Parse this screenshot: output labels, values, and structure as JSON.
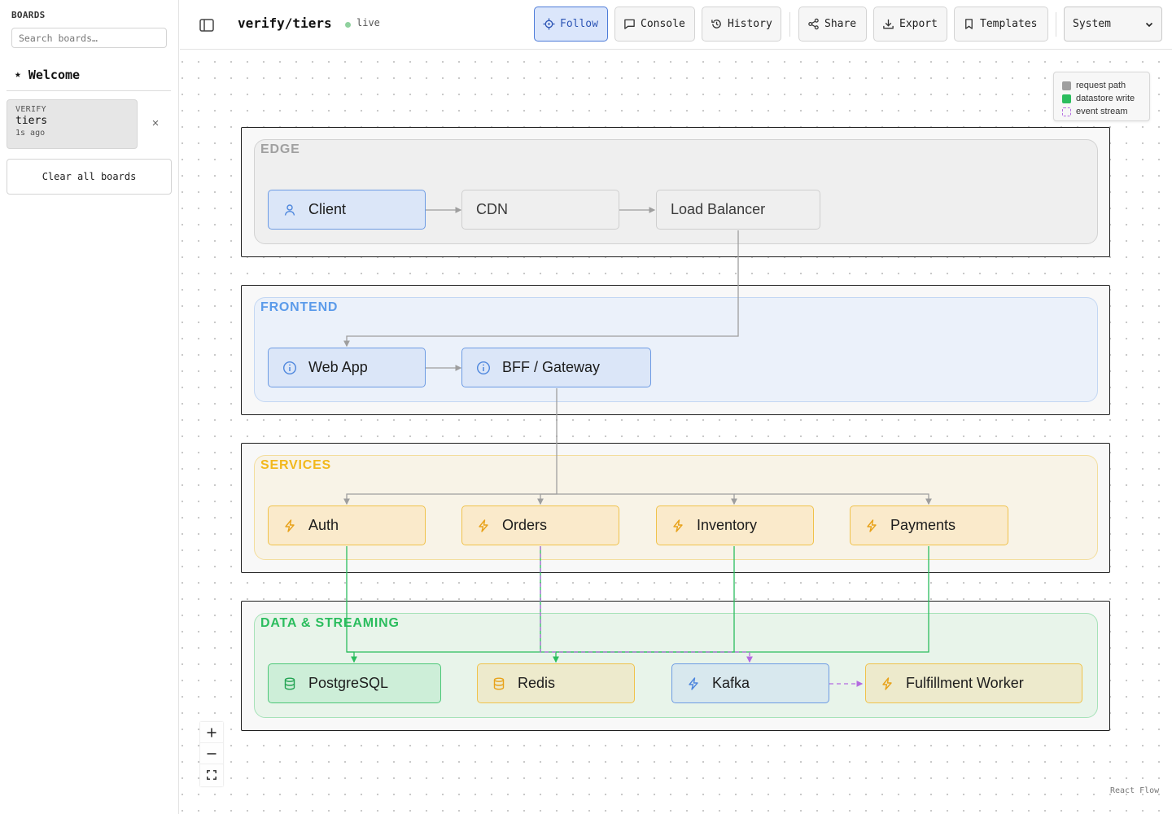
{
  "sidebar": {
    "title": "BOARDS",
    "search_placeholder": "Search boards…",
    "welcome_label": "Welcome",
    "board": {
      "kind": "VERIFY",
      "name": "tiers",
      "time": "1s ago"
    },
    "close_glyph": "×",
    "clear_label": "Clear all boards"
  },
  "header": {
    "title": "verify/tiers",
    "status": "live",
    "buttons": {
      "follow": "Follow",
      "console": "Console",
      "history": "History",
      "share": "Share",
      "export": "Export",
      "templates": "Templates"
    },
    "theme": {
      "selected": "System"
    }
  },
  "tiers": {
    "edge": "EDGE",
    "frontend": "FRONTEND",
    "services": "SERVICES",
    "data": "DATA & STREAMING"
  },
  "nodes": {
    "client": "Client",
    "cdn": "CDN",
    "lb": "Load Balancer",
    "webapp": "Web App",
    "bff": "BFF / Gateway",
    "auth": "Auth",
    "orders": "Orders",
    "inventory": "Inventory",
    "payments": "Payments",
    "postgres": "PostgreSQL",
    "redis": "Redis",
    "kafka": "Kafka",
    "worker": "Fulfillment Worker"
  },
  "legend": {
    "request": "request path",
    "write": "datastore write",
    "stream": "event stream"
  },
  "colors": {
    "accent": "#2d55b5",
    "request_edge": "#9e9e9e",
    "write_edge": "#2bbd5e",
    "stream_edge": "#b36ae0",
    "edge_tier": "#a0a0a0",
    "frontend_tier": "#5b9bea",
    "services_tier": "#f2b81d",
    "data_tier": "#2bbd5e"
  },
  "attribution": "React Flow"
}
